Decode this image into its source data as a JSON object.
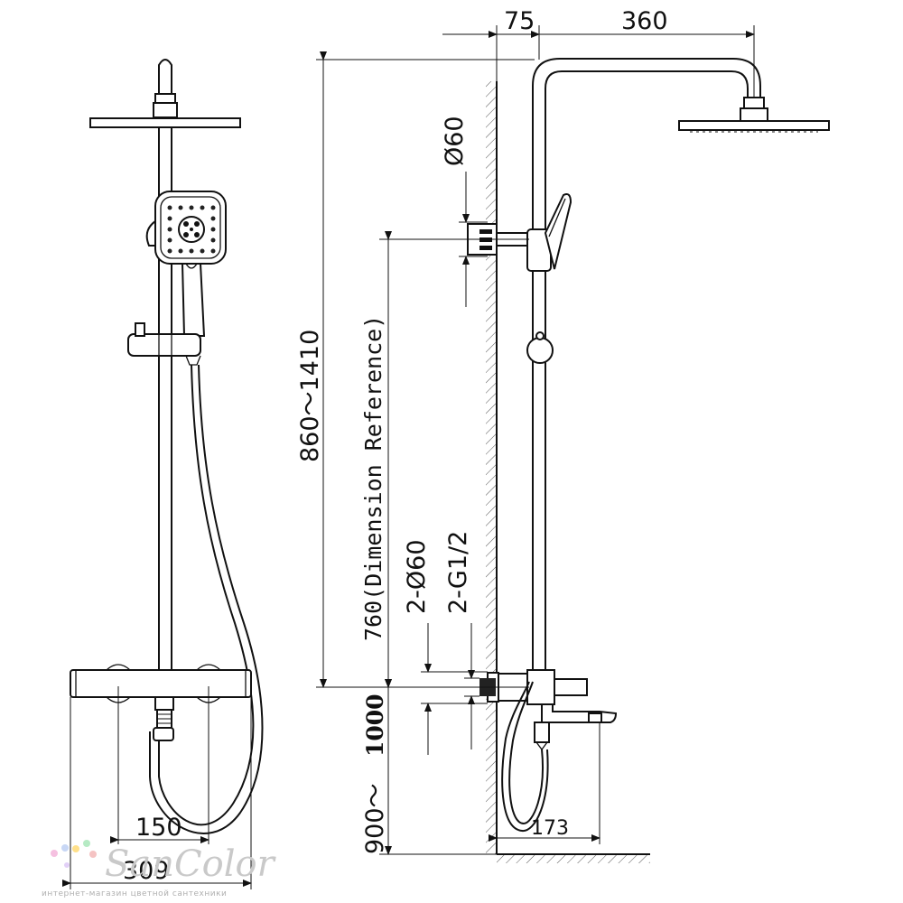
{
  "dimensions": {
    "wall_offset": "75",
    "arm_length": "360",
    "diameter_top": "Ø60",
    "height_range": "860～1410",
    "reference_height": "760(Dimension Reference)",
    "flange_diameter": "2-Ø60",
    "thread_size": "2-G1/2",
    "mount_height_prefix": "900～",
    "mount_height_bold": "1000",
    "spout_projection": "173",
    "inlet_spacing": "150",
    "mixer_width": "309"
  },
  "watermark": {
    "logo_text": "SanColor",
    "tagline": "интернет-магазин цветной сантехники"
  }
}
